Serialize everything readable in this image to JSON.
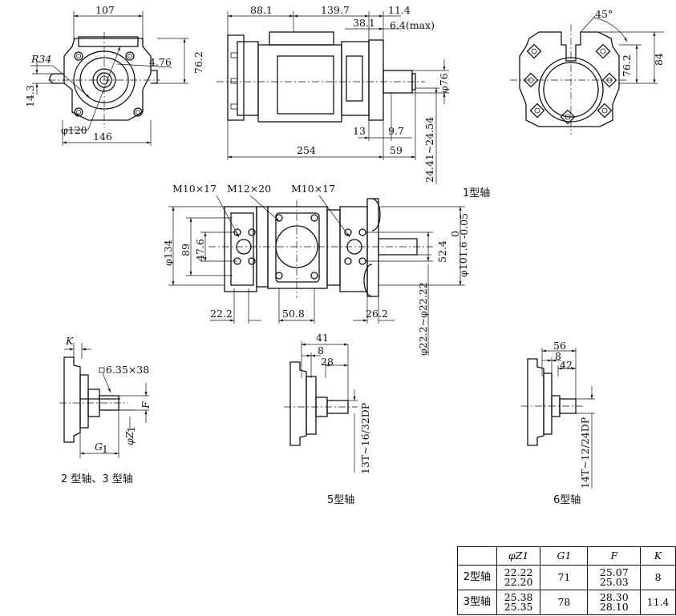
{
  "top_left_view": {
    "dims": [
      "107",
      "R34",
      "4.76",
      "76.2",
      "14.3",
      "φ120",
      "146"
    ]
  },
  "side_view": {
    "dims": [
      "88.1",
      "139.7",
      "11.4",
      "38.1",
      "6.4(max)",
      "φ76",
      "13",
      "9.7",
      "254",
      "59",
      "24.41~24.54"
    ]
  },
  "right_view": {
    "dims": [
      "45°",
      "76.2",
      "84"
    ]
  },
  "bottom_view": {
    "dims": [
      "M10×17",
      "M12×20",
      "M10×17",
      "φ134",
      "89",
      "47.6",
      "52.4",
      "φ101.6",
      "0",
      "-0.05",
      "22.2",
      "50.8",
      "26.2",
      "φ22.2~φ22.22"
    ],
    "caption": "1型轴"
  },
  "shaft_23": {
    "dims": [
      "K",
      "6.35×38",
      "F",
      "φZ",
      "1",
      "G",
      "1"
    ],
    "caption": "2 型轴、3 型轴"
  },
  "shaft_5": {
    "dims": [
      "41",
      "8",
      "28",
      "13T~16/32DP"
    ],
    "caption": "5型轴"
  },
  "shaft_6": {
    "dims": [
      "56",
      "8",
      "42",
      "14T~12/24DP"
    ],
    "caption": "6型轴"
  },
  "table": {
    "headers": [
      "",
      "φZ1",
      "G1",
      "F",
      "K"
    ],
    "rows": [
      {
        "label": "2型轴",
        "z1": [
          "22.22",
          "22.20"
        ],
        "g1": "71",
        "f": [
          "25.07",
          "25.03"
        ],
        "k": "8"
      },
      {
        "label": "3型轴",
        "z1": [
          "25.38",
          "25.35"
        ],
        "g1": "78",
        "f": [
          "28.30",
          "28.10"
        ],
        "k": "11.4"
      }
    ]
  }
}
